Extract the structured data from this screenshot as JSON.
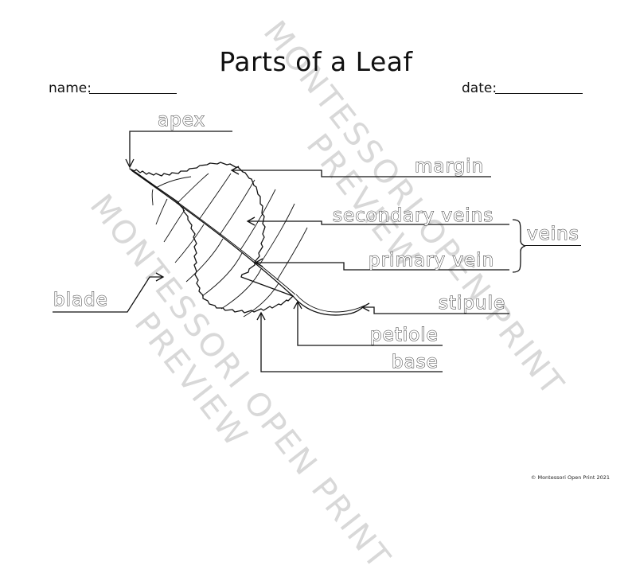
{
  "title": "Parts of a Leaf",
  "fields": {
    "name_label": "name:",
    "date_label": "date:"
  },
  "labels": {
    "apex": "apex",
    "margin": "margin",
    "secondary_veins": "secondary veins",
    "primary_vein": "primary vein",
    "veins": "veins",
    "blade": "blade",
    "stipule": "stipule",
    "petiole": "petiole",
    "base": "base"
  },
  "watermarks": {
    "line1": "MONTESSORI OPEN PRINT",
    "line2": "PREVIEW"
  },
  "copyright": "© Montessori Open Print 2021"
}
